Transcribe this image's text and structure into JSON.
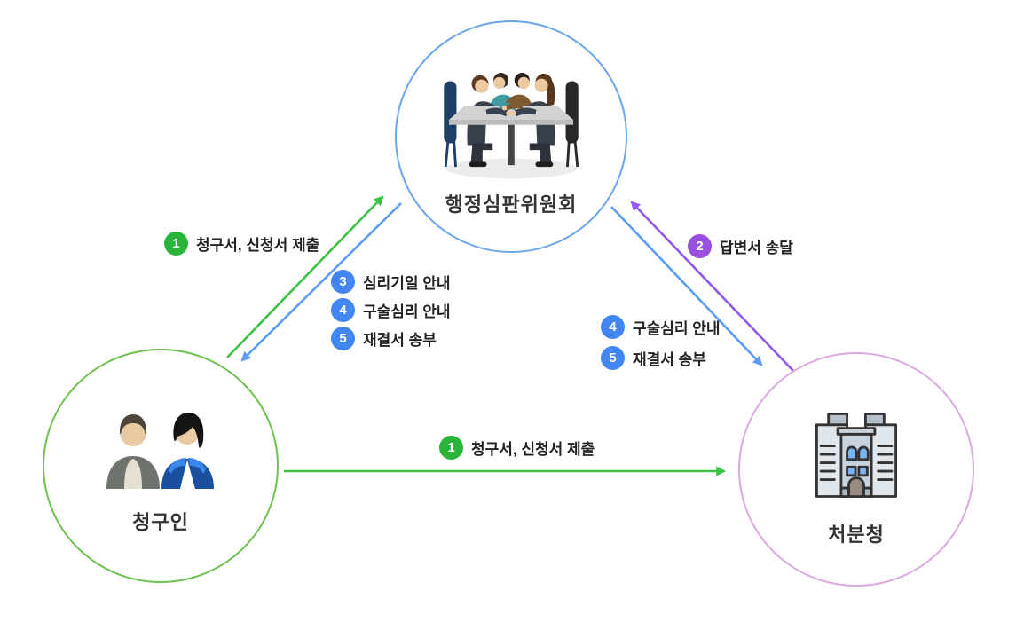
{
  "colors": {
    "green": "#2ab53a",
    "green-line": "#3cc244",
    "blue": "#4286f4",
    "blue-line": "#5c9cf8",
    "purple": "#9a4fe0",
    "purple-line": "#9059ee",
    "circle-blue": "#6ba5e9",
    "circle-green": "#6fc251",
    "circle-pink": "#d9abdf",
    "label-text": "#222222",
    "node-text": "#333333"
  },
  "nodes": {
    "committee": {
      "label": "행정심판위원회",
      "icon": "meeting-table-icon"
    },
    "claimant": {
      "label": "청구인",
      "icon": "two-people-icon"
    },
    "agency": {
      "label": "처분청",
      "icon": "government-building-icon"
    }
  },
  "edges": {
    "claimant_to_committee": {
      "from": "청구인",
      "to": "행정심판위원회",
      "color": "green",
      "steps": [
        {
          "num": "1",
          "text": "청구서, 신청서 제출"
        }
      ]
    },
    "committee_to_claimant": {
      "from": "행정심판위원회",
      "to": "청구인",
      "color": "blue",
      "steps": [
        {
          "num": "3",
          "text": "심리기일 안내"
        },
        {
          "num": "4",
          "text": "구술심리 안내"
        },
        {
          "num": "5",
          "text": "재결서 송부"
        }
      ]
    },
    "agency_to_committee": {
      "from": "처분청",
      "to": "행정심판위원회",
      "color": "purple",
      "steps": [
        {
          "num": "2",
          "text": "답변서 송달"
        }
      ]
    },
    "committee_to_agency": {
      "from": "행정심판위원회",
      "to": "처분청",
      "color": "blue",
      "steps": [
        {
          "num": "4",
          "text": "구술심리 안내"
        },
        {
          "num": "5",
          "text": "재결서 송부"
        }
      ]
    },
    "claimant_to_agency": {
      "from": "청구인",
      "to": "처분청",
      "color": "green",
      "steps": [
        {
          "num": "1",
          "text": "청구서, 신청서 제출"
        }
      ]
    }
  }
}
